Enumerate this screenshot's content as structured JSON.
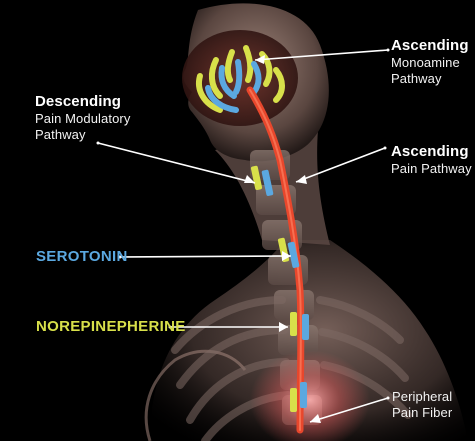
{
  "labels": {
    "ascending_monoamine": {
      "heading": "Ascending",
      "line1": "Monoamine",
      "line2": "Pathway"
    },
    "descending_pain_modulatory": {
      "heading": "Descending",
      "line1": "Pain Modulatory",
      "line2": "Pathway"
    },
    "ascending_pain": {
      "heading": "Ascending",
      "line1": "Pain Pathway"
    },
    "serotonin": "SEROTONIN",
    "norepinephrine": "NOREPINEPHERINE",
    "peripheral_pain_fiber": {
      "line1": "Peripheral",
      "line2": "Pain Fiber"
    }
  },
  "colors": {
    "serotonin": "#5ba8e0",
    "norepinephrine": "#d8e04a",
    "pain_pathway": "#e8472c",
    "background": "#000000"
  }
}
